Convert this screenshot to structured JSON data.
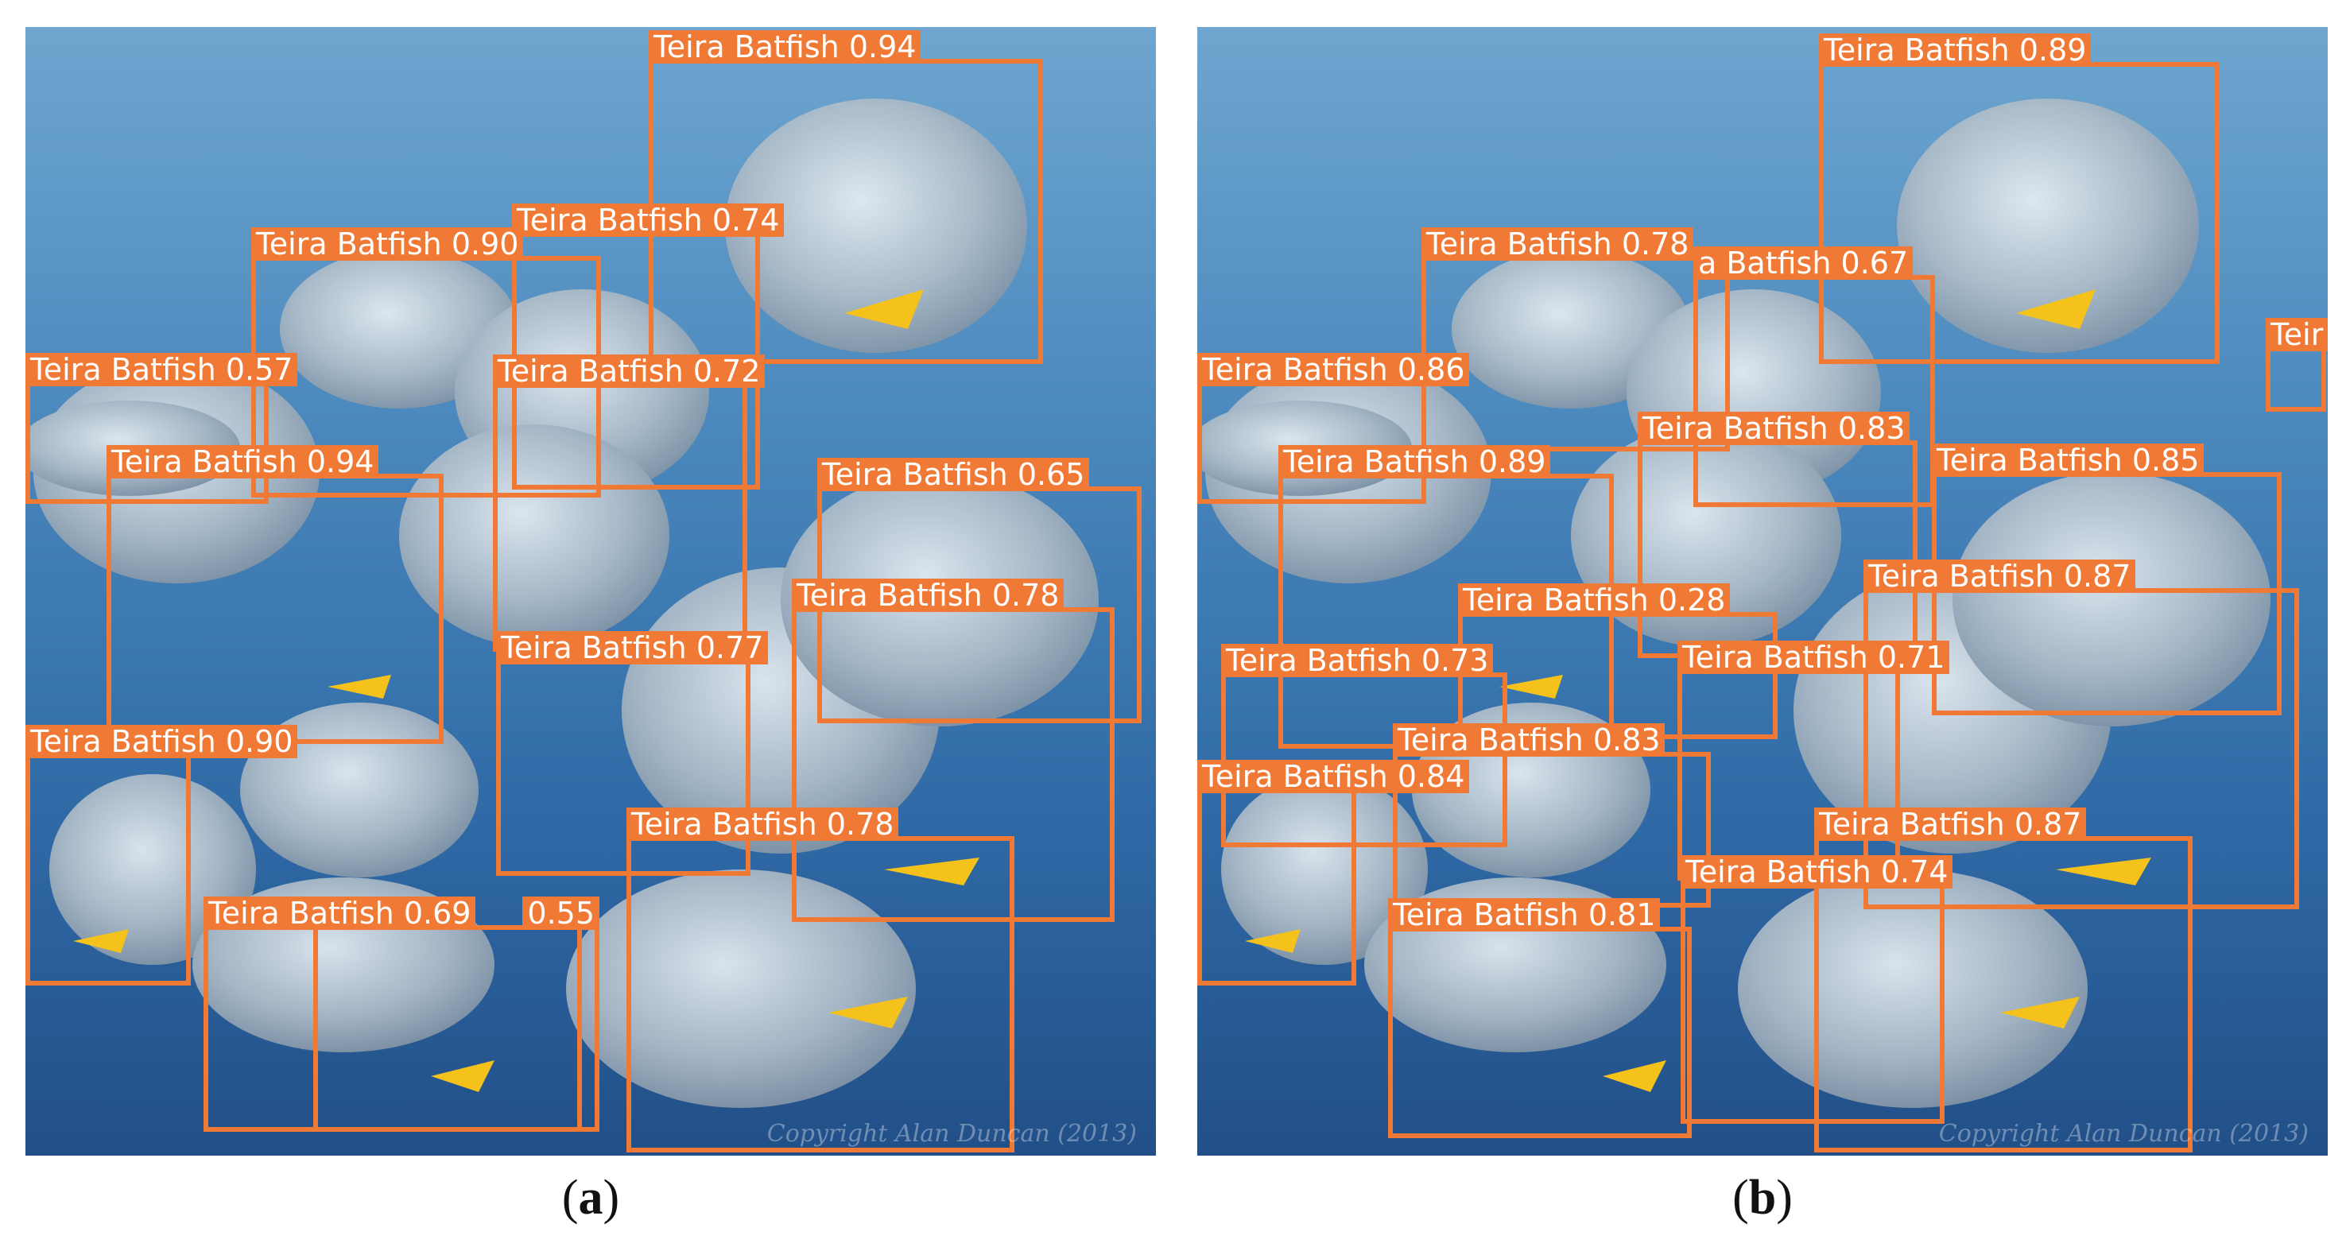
{
  "figure": {
    "panels": [
      {
        "id": "a",
        "caption_letter": "a",
        "watermark": "Copyright Alan Duncan (2013)",
        "detections": [
          {
            "label": "Teira Batfish 0.94"
          },
          {
            "label": "Teira Batfish 0.74"
          },
          {
            "label": "Teira Batfish 0.90"
          },
          {
            "label": "Teira Batfish 0.57"
          },
          {
            "label": "Teira Batfish 0.72"
          },
          {
            "label": "Teira Batfish 0.94"
          },
          {
            "label": "Teira Batfish 0.65"
          },
          {
            "label": "Teira Batfish 0.78"
          },
          {
            "label": "Teira Batfish 0.77"
          },
          {
            "label": "Teira Batfish 0.90"
          },
          {
            "label": "Teira Batfish 0.78"
          },
          {
            "label": "Teira Batfish 0.69"
          },
          {
            "label": "0.55"
          }
        ]
      },
      {
        "id": "b",
        "caption_letter": "b",
        "watermark": "Copyright Alan Duncan (2013)",
        "detections": [
          {
            "label": "Teira Batfish 0.89"
          },
          {
            "label": "Teira Batfish 0.78"
          },
          {
            "label": "a Batfish 0.67"
          },
          {
            "label": "Teir"
          },
          {
            "label": "Teira Batfish 0.86"
          },
          {
            "label": "Teira Batfish 0.89"
          },
          {
            "label": "Teira Batfish 0.83"
          },
          {
            "label": "Teira Batfish 0.85"
          },
          {
            "label": "Teira Batfish 0.87"
          },
          {
            "label": "Teira Batfish 0.28"
          },
          {
            "label": "Teira Batfish 0.73"
          },
          {
            "label": "Teira Batfish 0.71"
          },
          {
            "label": "Teira Batfish 0.83"
          },
          {
            "label": "Teira Batfish 0.84"
          },
          {
            "label": "Teira Batfish 0.87"
          },
          {
            "label": "Teira Batfish 0.74"
          },
          {
            "label": "Teira Batfish 0.81"
          }
        ]
      }
    ],
    "box_color": "#f07a35",
    "label_text_color": "#ffffff"
  }
}
